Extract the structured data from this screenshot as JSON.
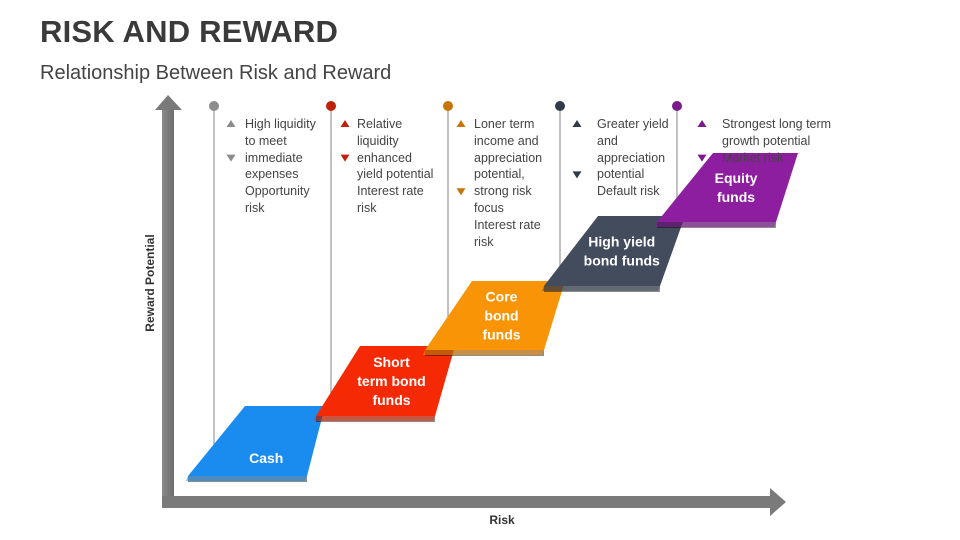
{
  "header": {
    "title": "RISK AND REWARD",
    "subtitle": "Relationship Between Risk and Reward"
  },
  "axes": {
    "x_label": "Risk",
    "y_label": "Reward Potential"
  },
  "steps": [
    {
      "label": [
        "Cash"
      ],
      "color": "#1a8cf0",
      "pin_color": "#8c8c8c",
      "description": [
        "High liquidity",
        "to meet",
        "immediate",
        "expenses",
        "Opportunity",
        "risk"
      ],
      "up_marker_line": 0,
      "down_marker_line": 2
    },
    {
      "label": [
        "Short",
        "term bond",
        "funds"
      ],
      "color": "#f52a05",
      "pin_color": "#c0210a",
      "description": [
        "Relative",
        "liquidity",
        "enhanced",
        "yield potential",
        "Interest rate",
        "risk"
      ],
      "up_marker_line": 0,
      "down_marker_line": 2
    },
    {
      "label": [
        "Core",
        "bond",
        "funds"
      ],
      "color": "#f89406",
      "pin_color": "#c77408",
      "description": [
        "Loner term",
        "income and",
        "appreciation",
        "potential,",
        "strong risk",
        "focus",
        "Interest rate",
        "risk"
      ],
      "up_marker_line": 0,
      "down_marker_line": 4
    },
    {
      "label": [
        "High yield",
        "bond funds"
      ],
      "color": "#424c5c",
      "pin_color": "#2f3a4a",
      "description": [
        "Greater yield",
        "and",
        "appreciation",
        "potential",
        "Default risk"
      ],
      "up_marker_line": 0,
      "down_marker_line": 3
    },
    {
      "label": [
        "Equity",
        "funds"
      ],
      "color": "#8e1ea0",
      "pin_color": "#7a1a8c",
      "description": [
        "Strongest long term",
        "growth potential",
        "Market risk"
      ],
      "up_marker_line": 0,
      "down_marker_line": 2
    }
  ]
}
